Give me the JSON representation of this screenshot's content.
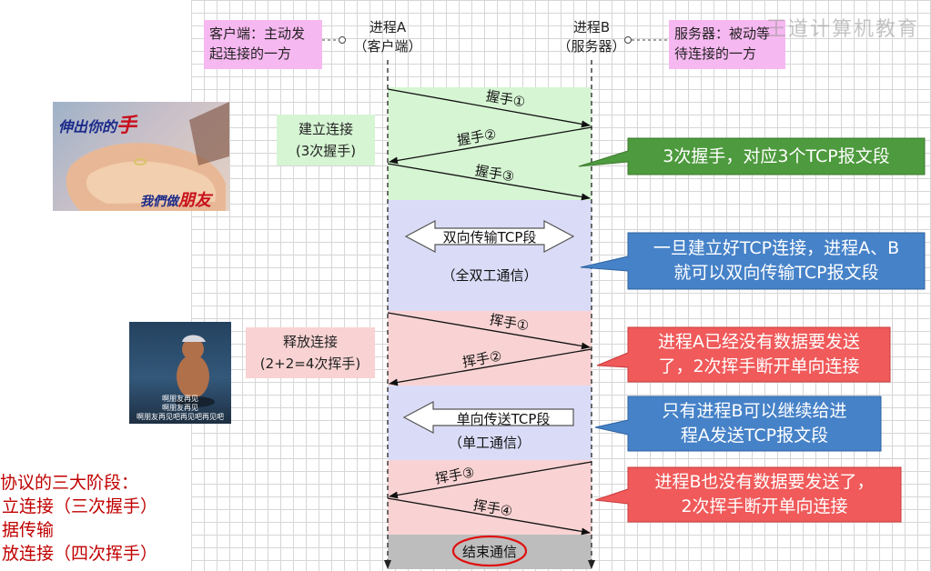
{
  "header": {
    "client_note": [
      "客户端：主动发",
      "起连接的一方"
    ],
    "server_note": [
      "服务器：被动等",
      "待连接的一方"
    ],
    "process_a": [
      "进程A",
      "（客户端）"
    ],
    "process_b": [
      "进程B",
      "（服务器）"
    ],
    "watermark": "王道计算机教育"
  },
  "stages": {
    "establish": [
      "建立连接",
      "(3次握手)"
    ],
    "release": [
      "释放连接",
      "(2+2=4次挥手)"
    ]
  },
  "messages": {
    "hs1": "握手①",
    "hs2": "握手②",
    "hs3": "握手③",
    "wv1": "挥手①",
    "wv2": "挥手②",
    "wv3": "挥手③",
    "wv4": "挥手④"
  },
  "transfer": {
    "duplex_label": "双向传输TCP段",
    "duplex_sub": "（全双工通信）",
    "simplex_label": "单向传送TCP段",
    "simplex_sub": "（单工通信）",
    "end_label": "结束通信"
  },
  "callouts": {
    "c1": [
      "3次握手，对应3个TCP报文段"
    ],
    "c2": [
      "一旦建立好TCP连接，进程A、B",
      "就可以双向传输TCP报文段"
    ],
    "c3": [
      "进程A已经没有数据要发送",
      "了，2次挥手断开单向连接"
    ],
    "c4": [
      "只有进程B可以继续给进",
      "程A发送TCP报文段"
    ],
    "c5": [
      "进程B也没有数据要发送了，",
      "2次挥手断开单向连接"
    ]
  },
  "images": {
    "handshake_photo": {
      "line1": "伸出你的",
      "line1_big": "手",
      "line2": "我們做",
      "line2_big": "朋友"
    },
    "tom_jerry": {
      "subs": [
        "啊朋友再见",
        "啊朋友再见",
        "啊朋友再见吧再见吧再见吧"
      ]
    }
  },
  "summary": {
    "lines": [
      "协议的三大阶段：",
      "立连接（三次握手）",
      "据传输",
      "放连接（四次挥手）"
    ]
  },
  "colors": {
    "handshake_band": "#d6f5d3",
    "duplex_band": "#dadcf7",
    "wave_band": "#f9d3d3",
    "end_band": "#bdbdbd",
    "callout_green": "#4e9a3e",
    "callout_blue": "#4682c8",
    "callout_red": "#f05a5a",
    "summary_red": "#c00000"
  }
}
